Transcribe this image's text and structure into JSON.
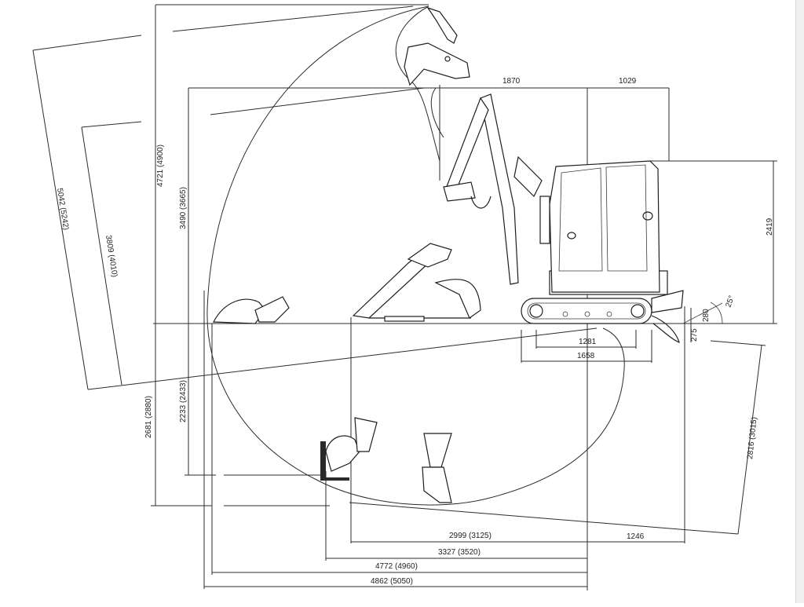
{
  "diagram": {
    "dimensions": {
      "top_1870": "1870",
      "top_1029": "1029",
      "right_height": "2419",
      "angle": "25°",
      "track_280": "280",
      "track_275": "275",
      "track_1281": "1281",
      "track_1658": "1658",
      "max_height": "4721 (4900)",
      "dump_height": "3490 (3665)",
      "reach_ground_outer": "5042 (5242)",
      "reach_ground_inner": "3809 (4010)",
      "dig_depth_vertical": "2681 (2880)",
      "dig_depth_max": "2233 (2433)",
      "blade_depth": "2816 (3015)",
      "reach_2999": "2999 (3125)",
      "offset_1246": "1246",
      "reach_3327": "3327 (3520)",
      "reach_4772": "4772 (4960)",
      "reach_4862": "4862 (5050)"
    }
  }
}
